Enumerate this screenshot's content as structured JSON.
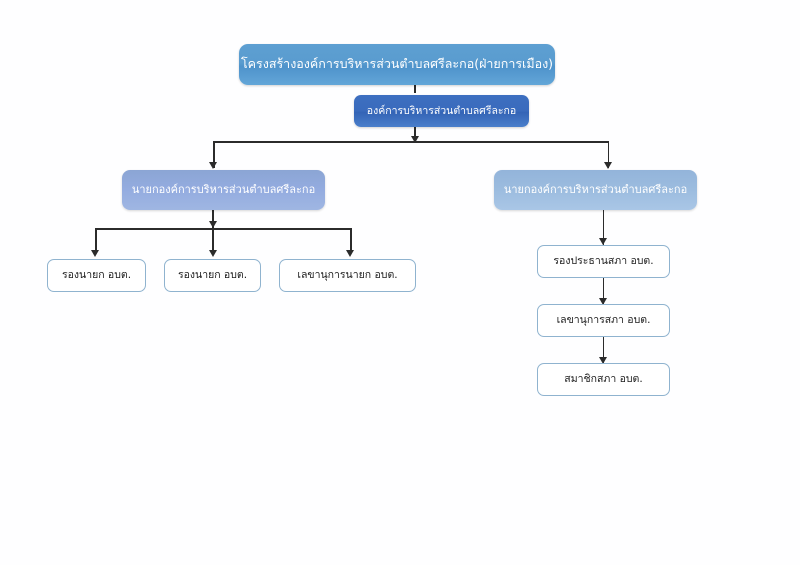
{
  "diagram": {
    "type": "organizational-chart",
    "language": "th",
    "background_color": "#ffffff",
    "connector_color": "#2b2b2b",
    "nodes": [
      {
        "id": "title",
        "label": "โครงสร้างองค์การบริหารส่วนตำบลศรีละกอ(ฝ่ายการเมือง)",
        "level": 0,
        "style": "title-banner",
        "color": "#5a9fd4"
      },
      {
        "id": "org",
        "label": "องค์การบริหารส่วนตำบลศรีละกอ",
        "level": 1,
        "style": "royal-blue",
        "color": "#3b6fc4"
      },
      {
        "id": "exec-head",
        "label": "นายกองค์การบริหารส่วนตำบลศรีละกอ",
        "level": 2,
        "style": "soft-periwinkle",
        "color": "#94ace0"
      },
      {
        "id": "council-head",
        "label": "นายกองค์การบริหารส่วนตำบลศรีละกอ",
        "level": 2,
        "style": "soft-periwinkle",
        "color": "#9cbcdf"
      },
      {
        "id": "deputy-1",
        "label": "รองนายก อบต.",
        "level": 3,
        "style": "white-outline",
        "color": "#ffffff"
      },
      {
        "id": "deputy-2",
        "label": "รองนายก อบต.",
        "level": 3,
        "style": "white-outline",
        "color": "#ffffff"
      },
      {
        "id": "secretary-mayor",
        "label": "เลขานุการนายก อบต.",
        "level": 3,
        "style": "white-outline",
        "color": "#ffffff"
      },
      {
        "id": "vice-chair-council",
        "label": "รองประธานสภา อบต.",
        "level": 3,
        "style": "white-outline",
        "color": "#ffffff"
      },
      {
        "id": "secretary-council",
        "label": "เลขานุการสภา อบต.",
        "level": 4,
        "style": "white-outline",
        "color": "#ffffff"
      },
      {
        "id": "council-member",
        "label": "สมาชิกสภา อบต.",
        "level": 5,
        "style": "white-outline",
        "color": "#ffffff"
      }
    ],
    "edges": [
      {
        "from": "title",
        "to": "org",
        "arrow": true
      },
      {
        "from": "org",
        "to": "exec-head",
        "arrow": true
      },
      {
        "from": "org",
        "to": "council-head",
        "arrow": true
      },
      {
        "from": "exec-head",
        "to": "deputy-1",
        "arrow": true
      },
      {
        "from": "exec-head",
        "to": "deputy-2",
        "arrow": true
      },
      {
        "from": "exec-head",
        "to": "secretary-mayor",
        "arrow": true
      },
      {
        "from": "council-head",
        "to": "vice-chair-council",
        "arrow": true
      },
      {
        "from": "vice-chair-council",
        "to": "secretary-council",
        "arrow": true
      },
      {
        "from": "secretary-council",
        "to": "council-member",
        "arrow": true
      }
    ]
  }
}
